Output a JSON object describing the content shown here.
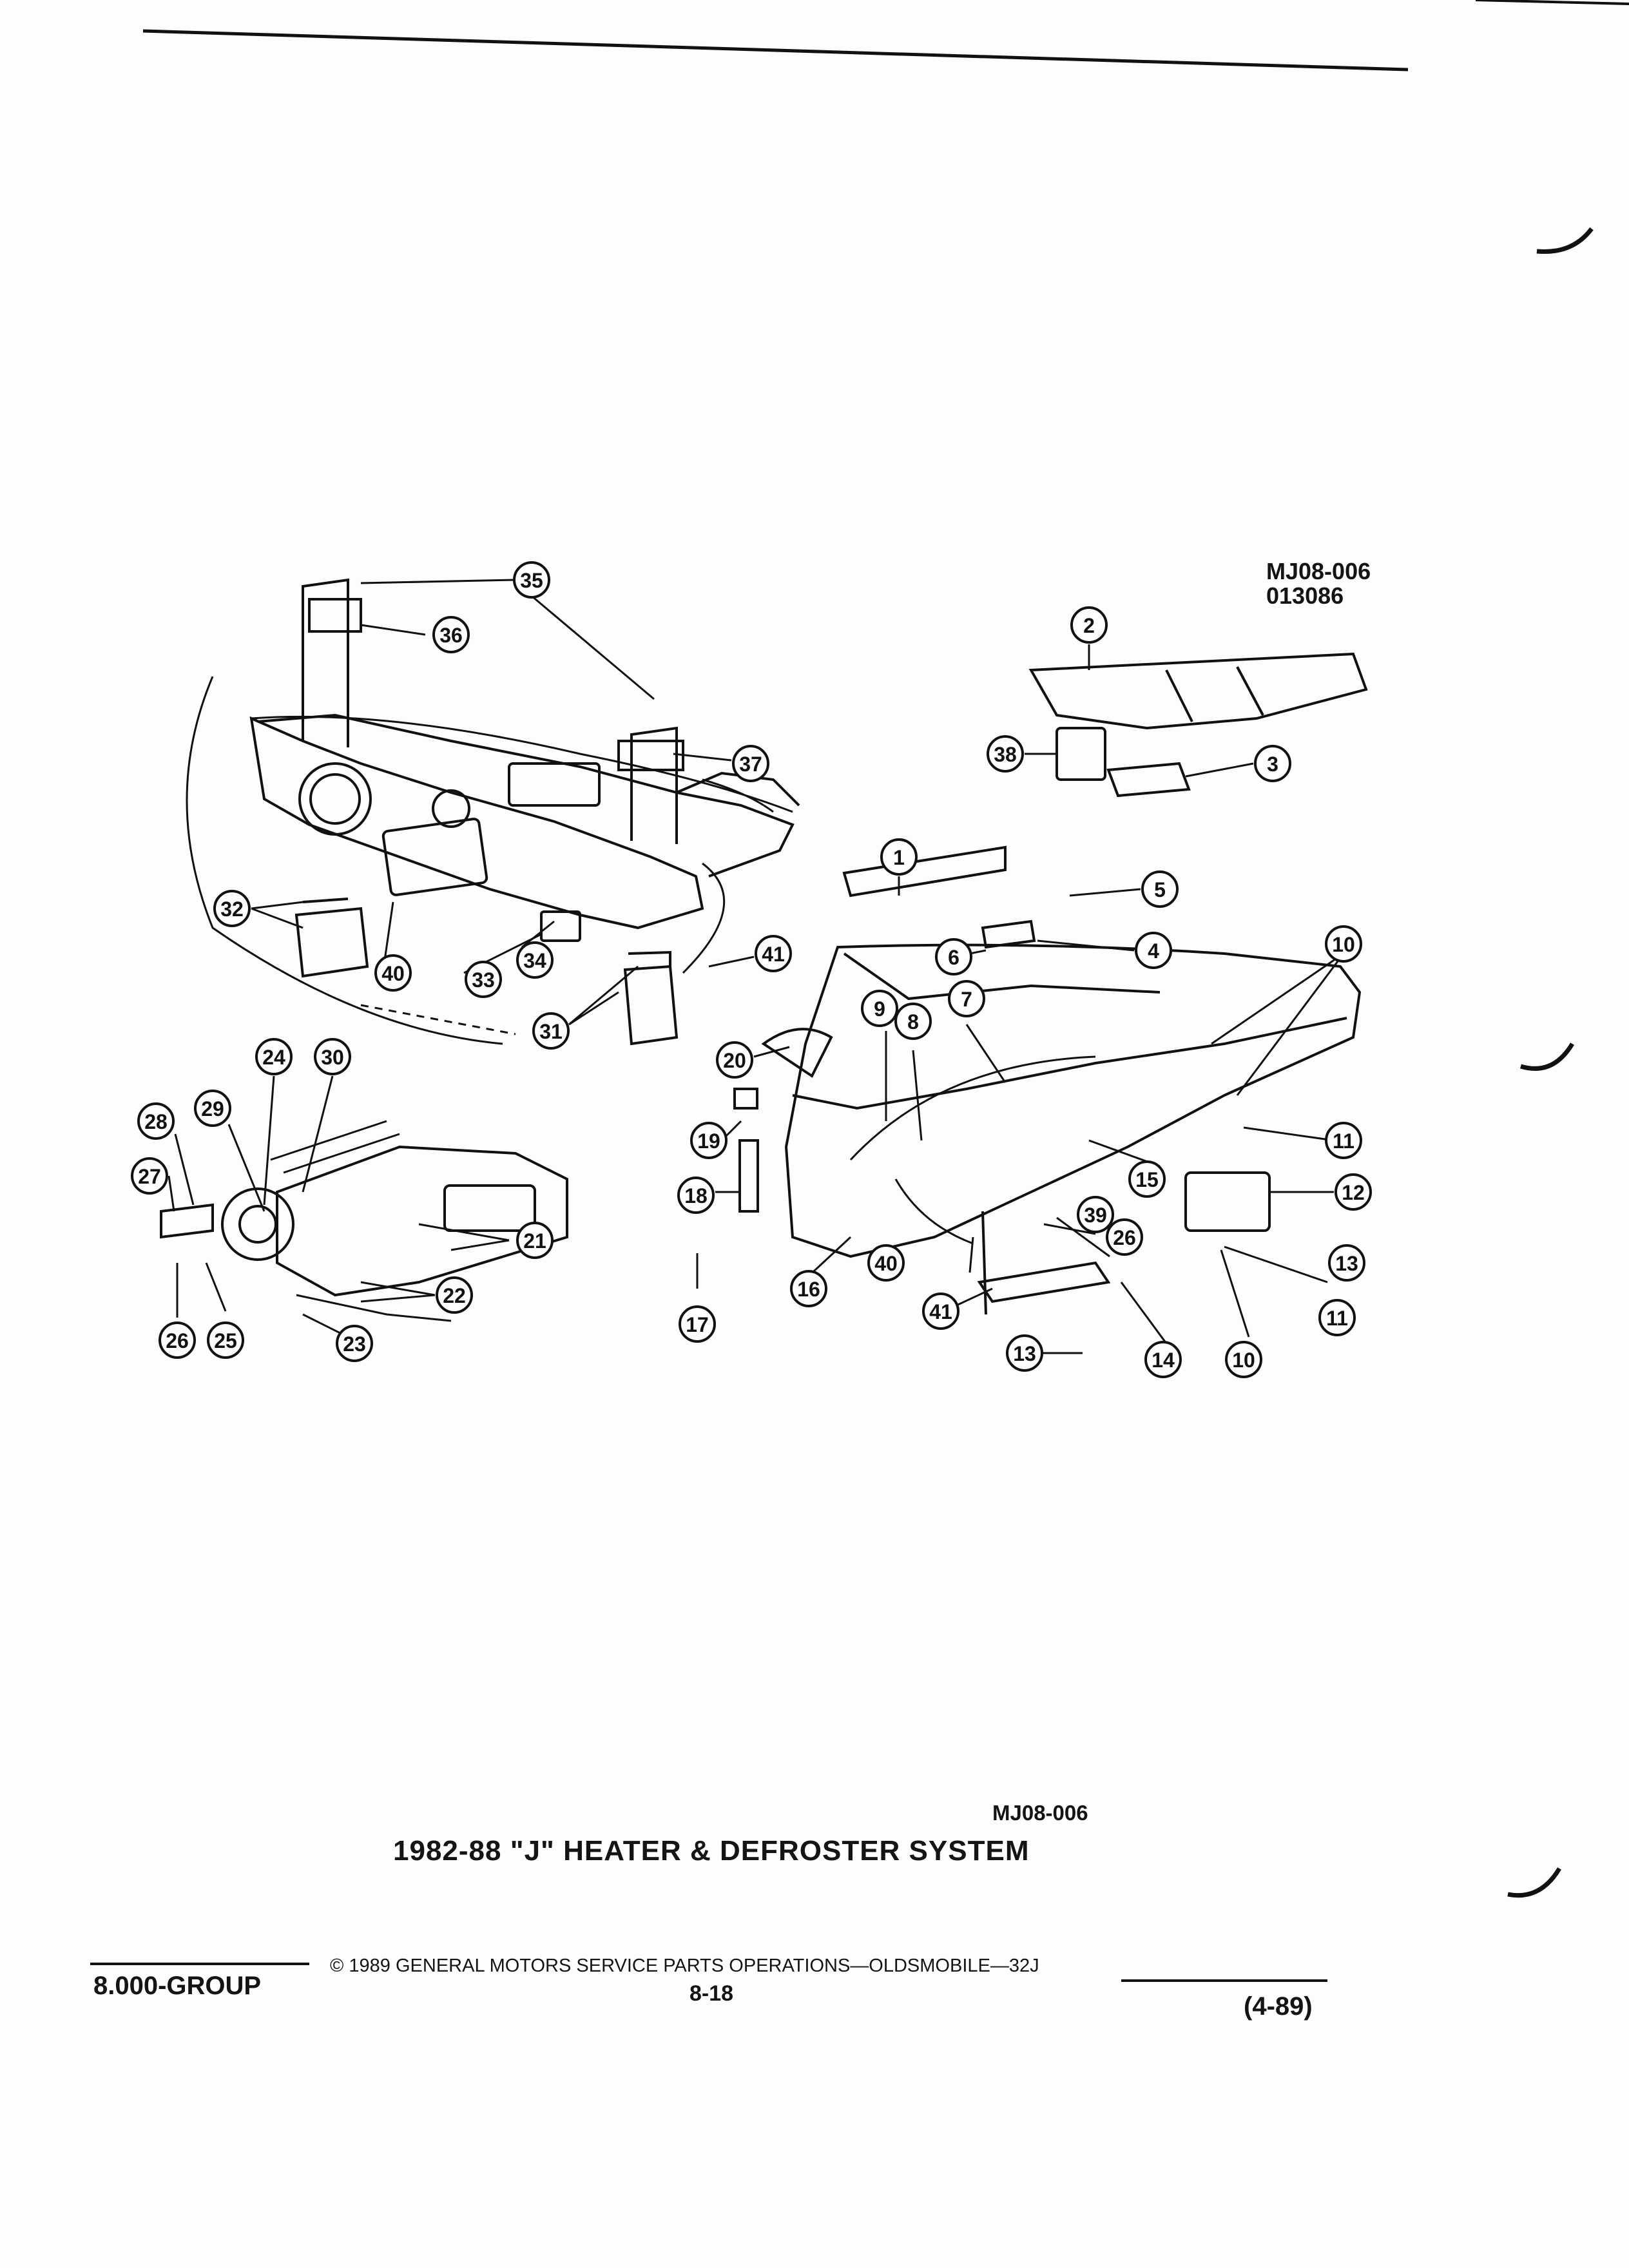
{
  "figure": {
    "ref_top": [
      "MJ08-006",
      "013086"
    ],
    "ref_bottom": "MJ08-006",
    "title": "1982-88 \"J\" HEATER & DEFROSTER SYSTEM"
  },
  "footer": {
    "group": "8.000-GROUP",
    "copyright": "© 1989 GENERAL MOTORS SERVICE PARTS OPERATIONS—OLDSMOBILE—32J",
    "page": "8-18",
    "revision": "(4-89)"
  },
  "callouts": [
    "35",
    "36",
    "37",
    "2",
    "38",
    "3",
    "1",
    "5",
    "6",
    "4",
    "10",
    "32",
    "40",
    "33",
    "34",
    "41",
    "31",
    "9",
    "8",
    "7",
    "20",
    "19",
    "11",
    "15",
    "12",
    "18",
    "39",
    "26",
    "13",
    "16",
    "40",
    "41",
    "14",
    "17",
    "24",
    "30",
    "29",
    "28",
    "27",
    "21",
    "22",
    "25",
    "23"
  ]
}
